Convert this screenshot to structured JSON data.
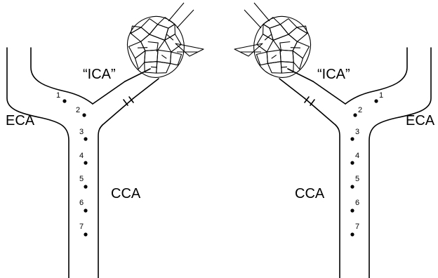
{
  "left_panel": {
    "labels": {
      "eca": "ECA",
      "ica": "“ICA”",
      "cca": "CCA"
    },
    "points": [
      "1",
      "2",
      "3",
      "4",
      "5",
      "6",
      "7"
    ]
  },
  "right_panel": {
    "labels": {
      "eca": "ECA",
      "ica": "“ICA”",
      "cca": "CCA"
    },
    "points": [
      "1",
      "2",
      "3",
      "4",
      "5",
      "6",
      "7"
    ]
  }
}
